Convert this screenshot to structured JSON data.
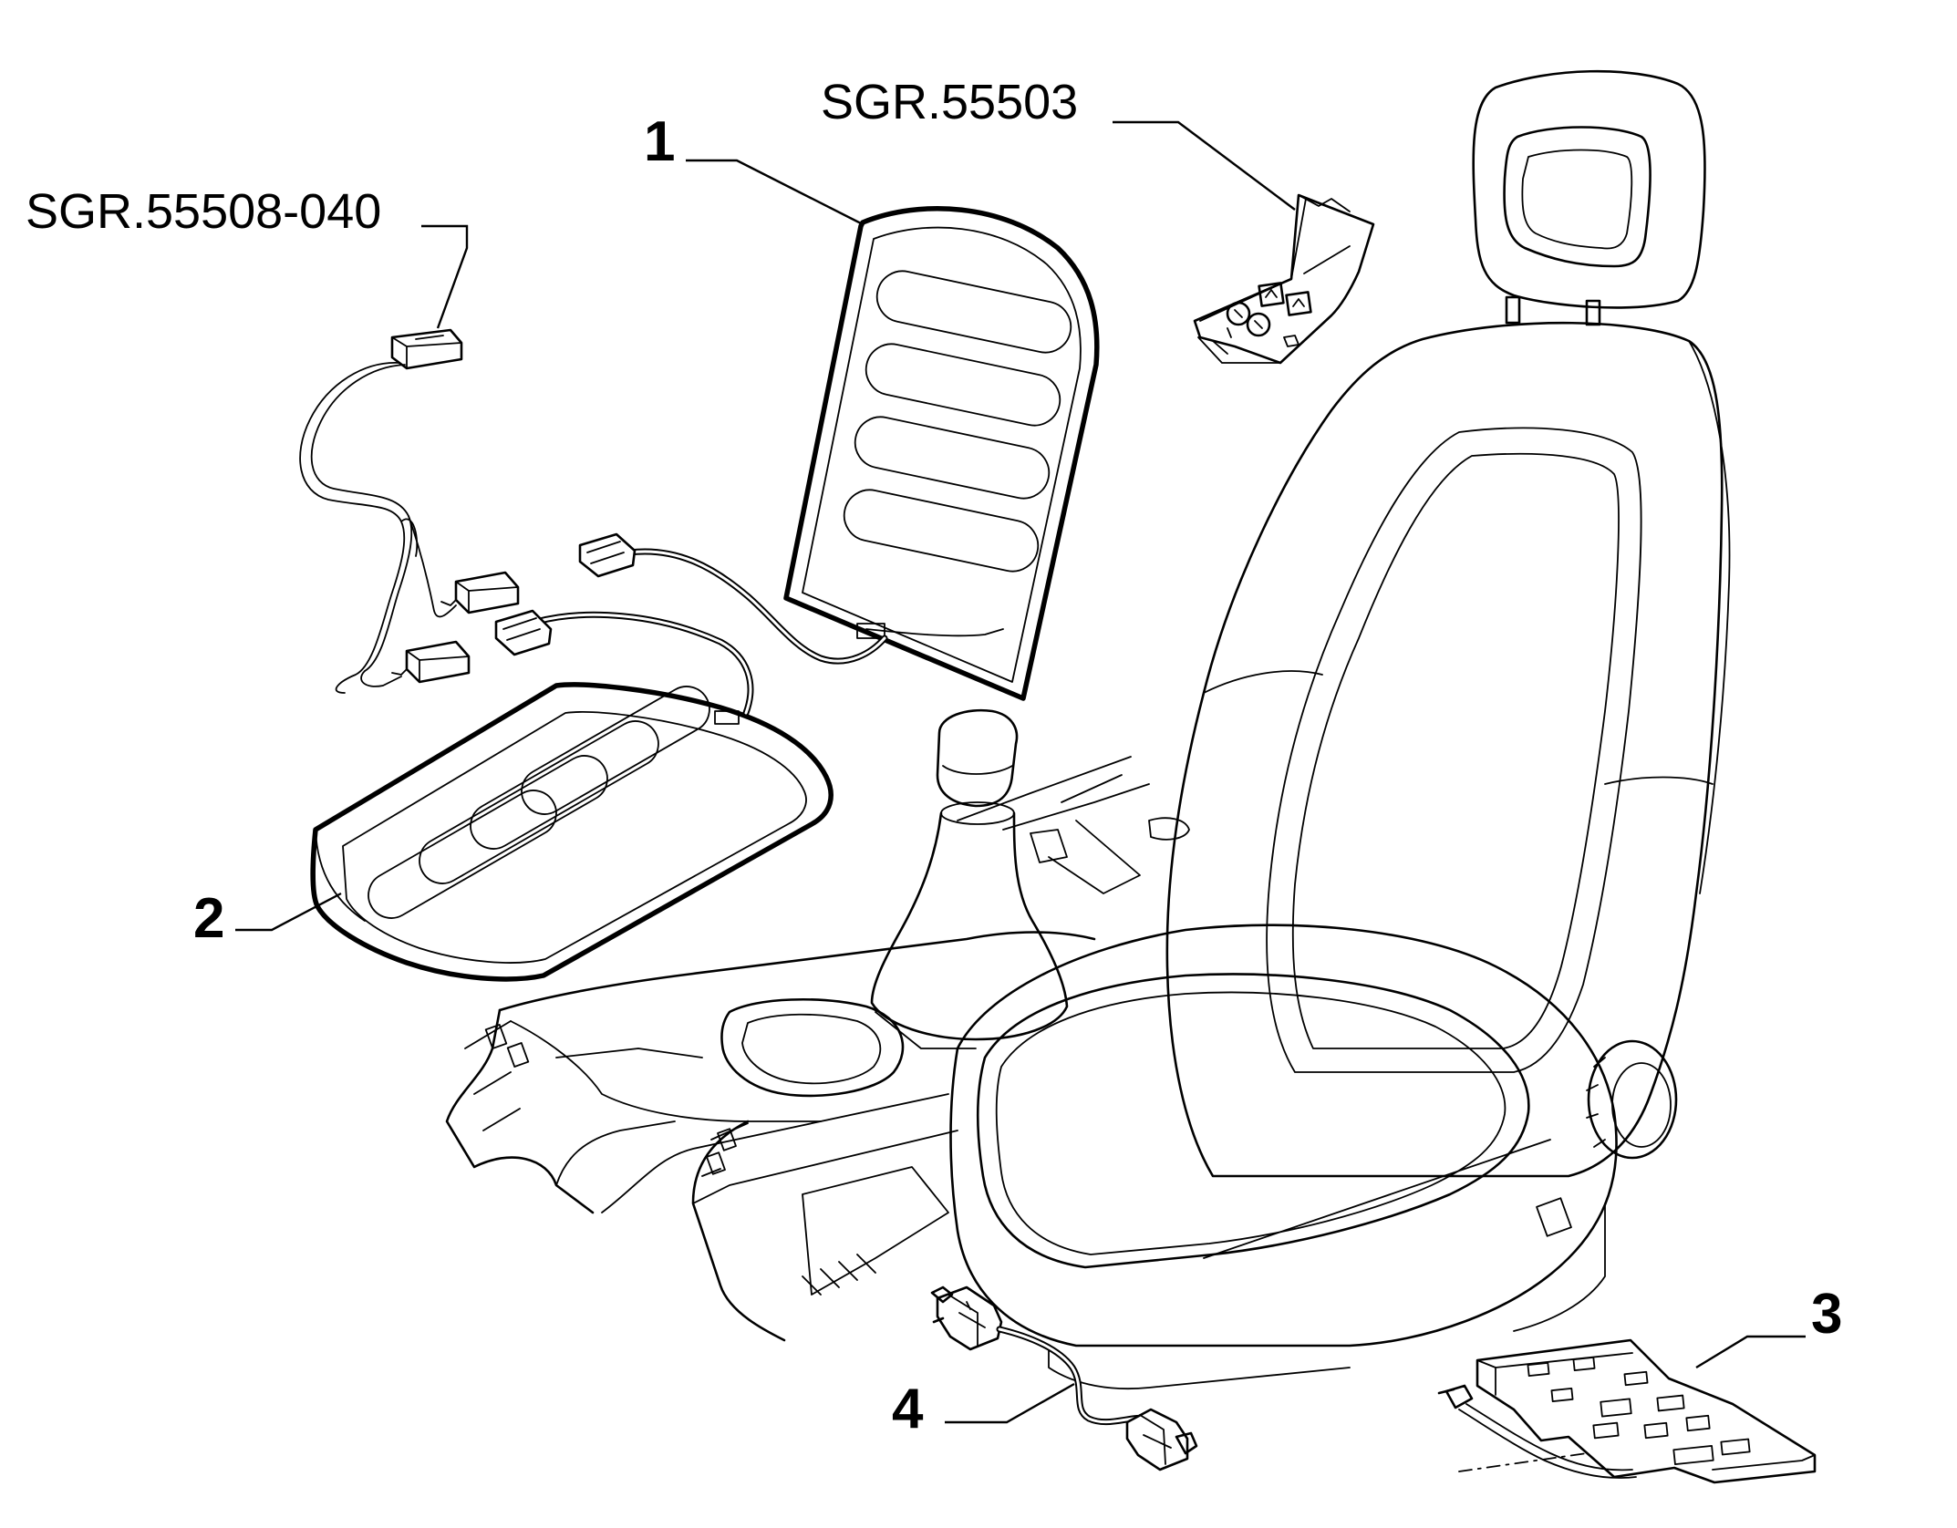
{
  "labels": {
    "sgr_55508_040": "SGR.55508-040",
    "sgr_55503": "SGR.55503",
    "item_1": "1",
    "item_2": "2",
    "item_3": "3",
    "item_4": "4"
  },
  "icons": [
    "seat-assembly-icon",
    "gear-lever-icon",
    "backrest-heating-pad-icon",
    "cushion-heating-pad-icon",
    "wiring-harness-icon",
    "switch-panel-icon",
    "control-module-icon",
    "connector-cable-icon"
  ],
  "colors": {
    "line": "#000000",
    "background": "#ffffff"
  }
}
